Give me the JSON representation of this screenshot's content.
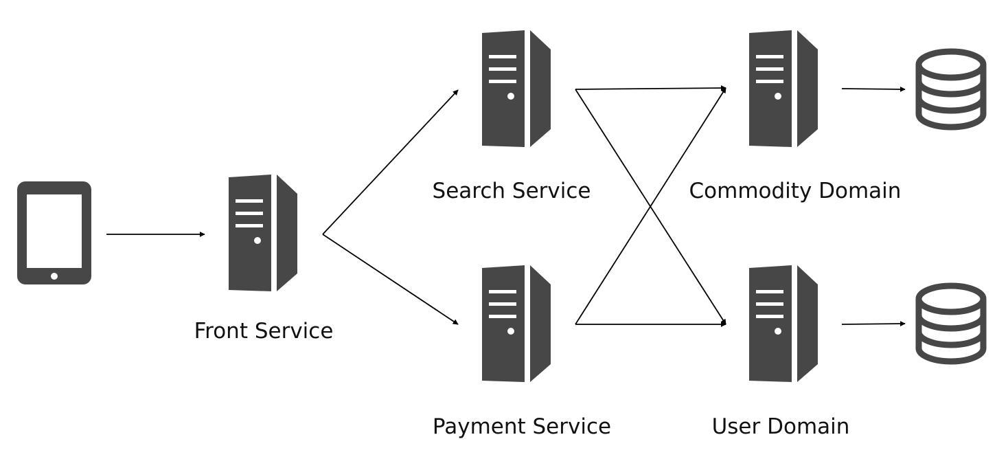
{
  "colors": {
    "icon": "#474747",
    "arrow": "#000000",
    "background": "#ffffff"
  },
  "nodes": [
    {
      "id": "client",
      "icon": "tablet-icon",
      "label": ""
    },
    {
      "id": "front",
      "icon": "server-icon",
      "label": "Front Service"
    },
    {
      "id": "search",
      "icon": "server-icon",
      "label": "Search Service"
    },
    {
      "id": "payment",
      "icon": "server-icon",
      "label": "Payment Service"
    },
    {
      "id": "commodity",
      "icon": "server-icon",
      "label": "Commodity Domain"
    },
    {
      "id": "user",
      "icon": "server-icon",
      "label": "User Domain"
    },
    {
      "id": "commodity-db",
      "icon": "database-icon",
      "label": ""
    },
    {
      "id": "user-db",
      "icon": "database-icon",
      "label": ""
    }
  ],
  "edges": [
    {
      "from": "client",
      "to": "front"
    },
    {
      "from": "front",
      "to": "search"
    },
    {
      "from": "front",
      "to": "payment"
    },
    {
      "from": "search",
      "to": "commodity"
    },
    {
      "from": "search",
      "to": "user"
    },
    {
      "from": "payment",
      "to": "commodity"
    },
    {
      "from": "payment",
      "to": "user"
    },
    {
      "from": "commodity",
      "to": "commodity-db"
    },
    {
      "from": "user",
      "to": "user-db"
    }
  ]
}
